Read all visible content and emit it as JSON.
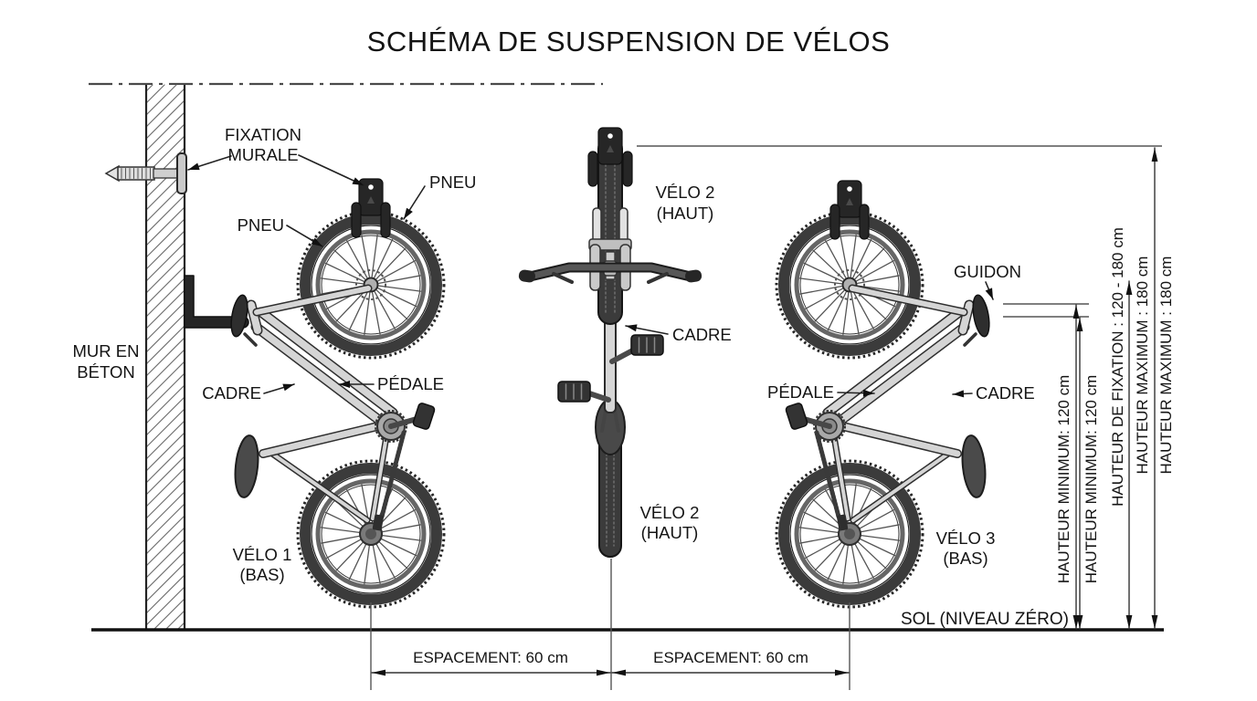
{
  "title": "SCHÉMA DE SUSPENSION DE VÉLOS",
  "wall": {
    "label_line1": "MUR EN",
    "label_line2": "BÉTON"
  },
  "callouts": {
    "fixation_line1": "FIXATION",
    "fixation_line2": "MURALE",
    "pneu_left": "PNEU",
    "pneu_right": "PNEU",
    "cadre_velo1": "CADRE",
    "pedale_velo1": "PÉDALE",
    "cadre_velo2": "CADRE",
    "pedale_velo3": "PÉDALE",
    "cadre_velo3": "CADRE",
    "guidon": "GUIDON"
  },
  "bikes": {
    "velo1_line1": "VÉLO 1",
    "velo1_line2": "(BAS)",
    "velo2_top_line1": "VÉLO 2",
    "velo2_top_line2": "(HAUT)",
    "velo2_bottom_line1": "VÉLO 2",
    "velo2_bottom_line2": "(HAUT)",
    "velo3_line1": "VÉLO 3",
    "velo3_line2": "(BAS)"
  },
  "ground": {
    "label": "SOL (NIVEAU ZÉRO)"
  },
  "dimensions": {
    "vertical": [
      {
        "label": "HAUTEUR MINIMUM: 120 cm"
      },
      {
        "label": "HAUTEUR MINIMUM: 120 cm"
      },
      {
        "label": "HAUTEUR DE FIXATION : 120 - 180 cm"
      },
      {
        "label": "HAUTEUR MAXIMUM : 180 cm"
      },
      {
        "label": "HAUTEUR MAXIMUM : 180 cm"
      }
    ],
    "horizontal": [
      {
        "label": "ESPACEMENT: 60 cm"
      },
      {
        "label": "ESPACEMENT: 60 cm"
      }
    ]
  },
  "colors": {
    "ink": "#1a1a1a",
    "line": "#333333",
    "tube_fill": "#d5d5d5",
    "tube_edge": "#2f2f2f",
    "dark_metal": "#262626",
    "tire": "#3b3b3b",
    "hatch": "#6f6f6f",
    "background": "#ffffff"
  }
}
